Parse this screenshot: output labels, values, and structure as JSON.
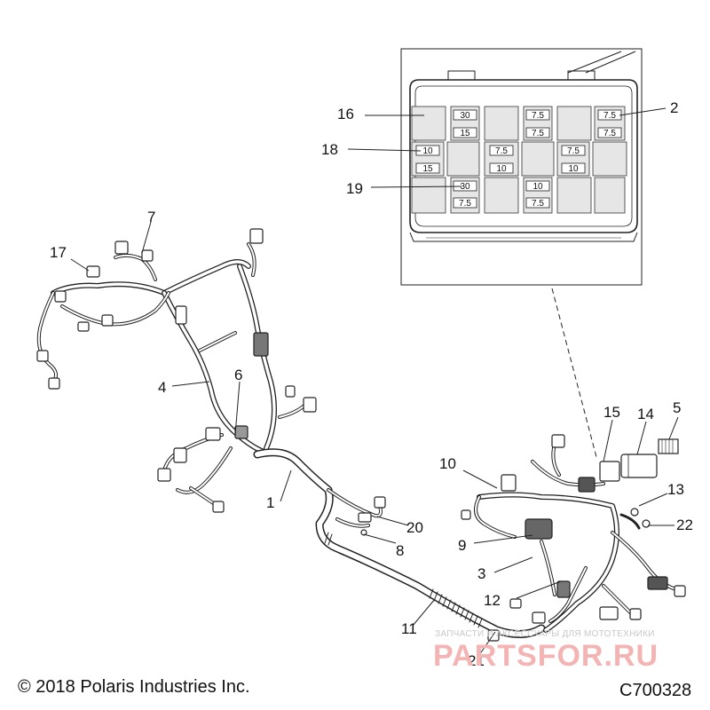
{
  "callouts": [
    {
      "id": "c1",
      "label": "1"
    },
    {
      "id": "c2",
      "label": "2"
    },
    {
      "id": "c3",
      "label": "3"
    },
    {
      "id": "c4",
      "label": "4"
    },
    {
      "id": "c5",
      "label": "5"
    },
    {
      "id": "c6",
      "label": "6"
    },
    {
      "id": "c7",
      "label": "7"
    },
    {
      "id": "c8",
      "label": "8"
    },
    {
      "id": "c9",
      "label": "9"
    },
    {
      "id": "c10",
      "label": "10"
    },
    {
      "id": "c11",
      "label": "11"
    },
    {
      "id": "c12",
      "label": "12"
    },
    {
      "id": "c13",
      "label": "13"
    },
    {
      "id": "c14",
      "label": "14"
    },
    {
      "id": "c15",
      "label": "15"
    },
    {
      "id": "c16",
      "label": "16"
    },
    {
      "id": "c17",
      "label": "17"
    },
    {
      "id": "c18",
      "label": "18"
    },
    {
      "id": "c19",
      "label": "19"
    },
    {
      "id": "c20",
      "label": "20"
    },
    {
      "id": "c21",
      "label": "21"
    },
    {
      "id": "c22",
      "label": "22"
    }
  ],
  "fuses": [
    {
      "id": "f1",
      "label": "30"
    },
    {
      "id": "f2",
      "label": "15"
    },
    {
      "id": "f3",
      "label": "7.5"
    },
    {
      "id": "f4",
      "label": "7.5"
    },
    {
      "id": "f5",
      "label": "7.5"
    },
    {
      "id": "f6",
      "label": "7.5"
    },
    {
      "id": "f7",
      "label": "10"
    },
    {
      "id": "f8",
      "label": "15"
    },
    {
      "id": "f9",
      "label": "7.5"
    },
    {
      "id": "f10",
      "label": "10"
    },
    {
      "id": "f11",
      "label": "7.5"
    },
    {
      "id": "f12",
      "label": "10"
    },
    {
      "id": "f13",
      "label": "30"
    },
    {
      "id": "f14",
      "label": "7.5"
    },
    {
      "id": "f15",
      "label": "10"
    },
    {
      "id": "f16",
      "label": "7.5"
    }
  ],
  "footer": {
    "copyright": "© 2018 Polaris Industries Inc.",
    "part_code": "C700328"
  },
  "watermark": {
    "tagline": "ЗАПЧАСТИ И АКСЕССУАРЫ ДЛЯ МОТОТЕХНИКИ",
    "brand": "PARTSFOR.RU"
  }
}
